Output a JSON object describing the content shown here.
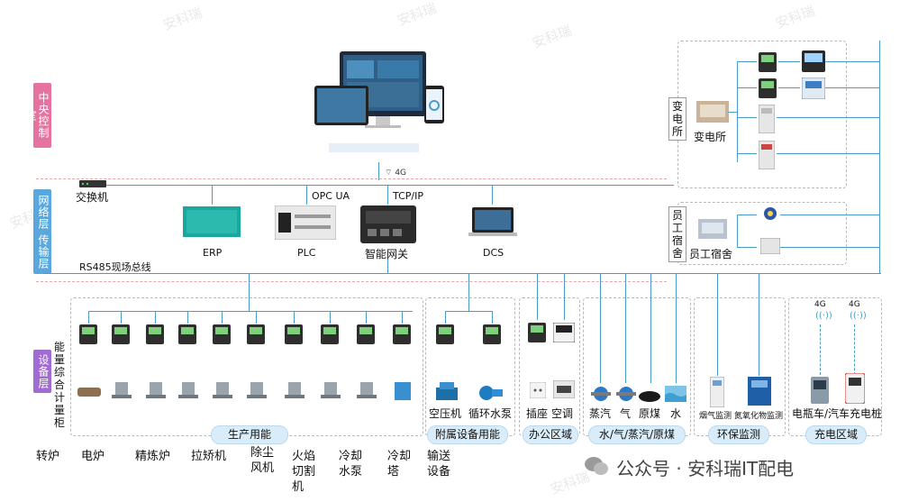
{
  "watermark": "安科瑞",
  "layers": {
    "central": "中央控制室",
    "network": "网络层 传输层",
    "device": "设备层"
  },
  "comm": {
    "g4": "4G",
    "opc": "OPC UA",
    "tcp": "TCP/IP",
    "rs485": "RS485现场总线"
  },
  "network_nodes": {
    "switch": "交换机",
    "erp": "ERP",
    "plc": "PLC",
    "gateway": "智能网关",
    "dcs": "DCS"
  },
  "substation": {
    "tag": "变电所",
    "label": "变电所"
  },
  "dorm": {
    "tag": "员工宿舍",
    "label": "员工宿舍"
  },
  "cabinet_label": "能量综合计量柜",
  "groups": {
    "production": "生产用能",
    "aux": "附属设备用能",
    "office": "办公区域",
    "utility": "水/气/蒸汽/原煤",
    "env": "环保监测",
    "charge": "充电区域"
  },
  "aux_items": [
    "空压机",
    "循环水泵"
  ],
  "office_items": [
    "插座",
    "空调"
  ],
  "utility_items": [
    "蒸汽",
    "气",
    "原煤",
    "水"
  ],
  "env_items": [
    "烟气监测",
    "氮氧化物监测"
  ],
  "charge_items": {
    "signal1": "4G",
    "signal2": "4G",
    "label": "电瓶车/汽车充电桩"
  },
  "bottom_labels": [
    "转炉",
    "电炉",
    "精炼炉",
    "拉矫机",
    "除尘风机",
    "火焰切割机",
    "冷却水泵",
    "冷却塔",
    "输送设备"
  ],
  "footer": "公众号 · 安科瑞IT配电",
  "colors": {
    "central": "#e6739f",
    "network": "#5aa7de",
    "device": "#a06bd2",
    "line": "#4a9cc7"
  }
}
